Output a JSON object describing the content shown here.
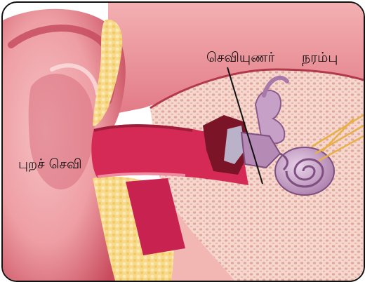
{
  "labels": {
    "auditory_nerve_word1": "செவியுணர்",
    "auditory_nerve_word2": "நரம்பு",
    "outer_ear": "புறச் செவி"
  },
  "colors": {
    "skin": "#f2a2a6",
    "skin_dark": "#c8455a",
    "skin_deep": "#9e1e3a",
    "cartilage": "#f7d98a",
    "bone": "#f6d7cf",
    "bone_pore": "#e0a898",
    "canal": "#d42a55",
    "inner_ear": "#b58ab5",
    "nerve": "#e8b04a"
  }
}
